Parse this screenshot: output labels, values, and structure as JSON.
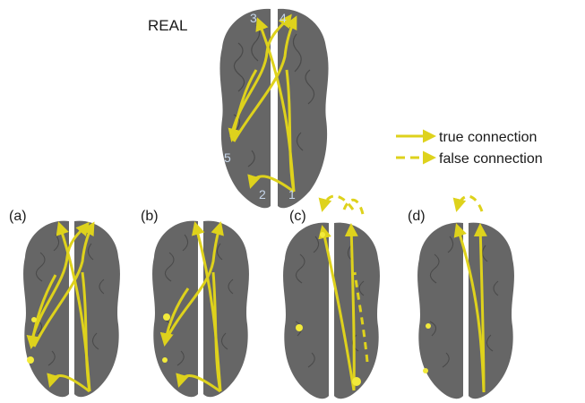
{
  "figure": {
    "title": "REAL",
    "panels": [
      {
        "id": "real",
        "label": ""
      },
      {
        "id": "a",
        "label": "(a)"
      },
      {
        "id": "b",
        "label": "(b)"
      },
      {
        "id": "c",
        "label": "(c)"
      },
      {
        "id": "d",
        "label": "(d)"
      }
    ],
    "region_numbers": [
      "1",
      "2",
      "3",
      "4",
      "5"
    ],
    "legend": {
      "true_label": "true connection",
      "false_label": "false connection"
    },
    "colors": {
      "brain": "#6b6b6b",
      "brain_dark": "#4c4c4c",
      "connection": "#ded21c",
      "region_marker": "#f2ea3b",
      "number": "#c6d6ea",
      "text": "#1a1a1a"
    }
  }
}
